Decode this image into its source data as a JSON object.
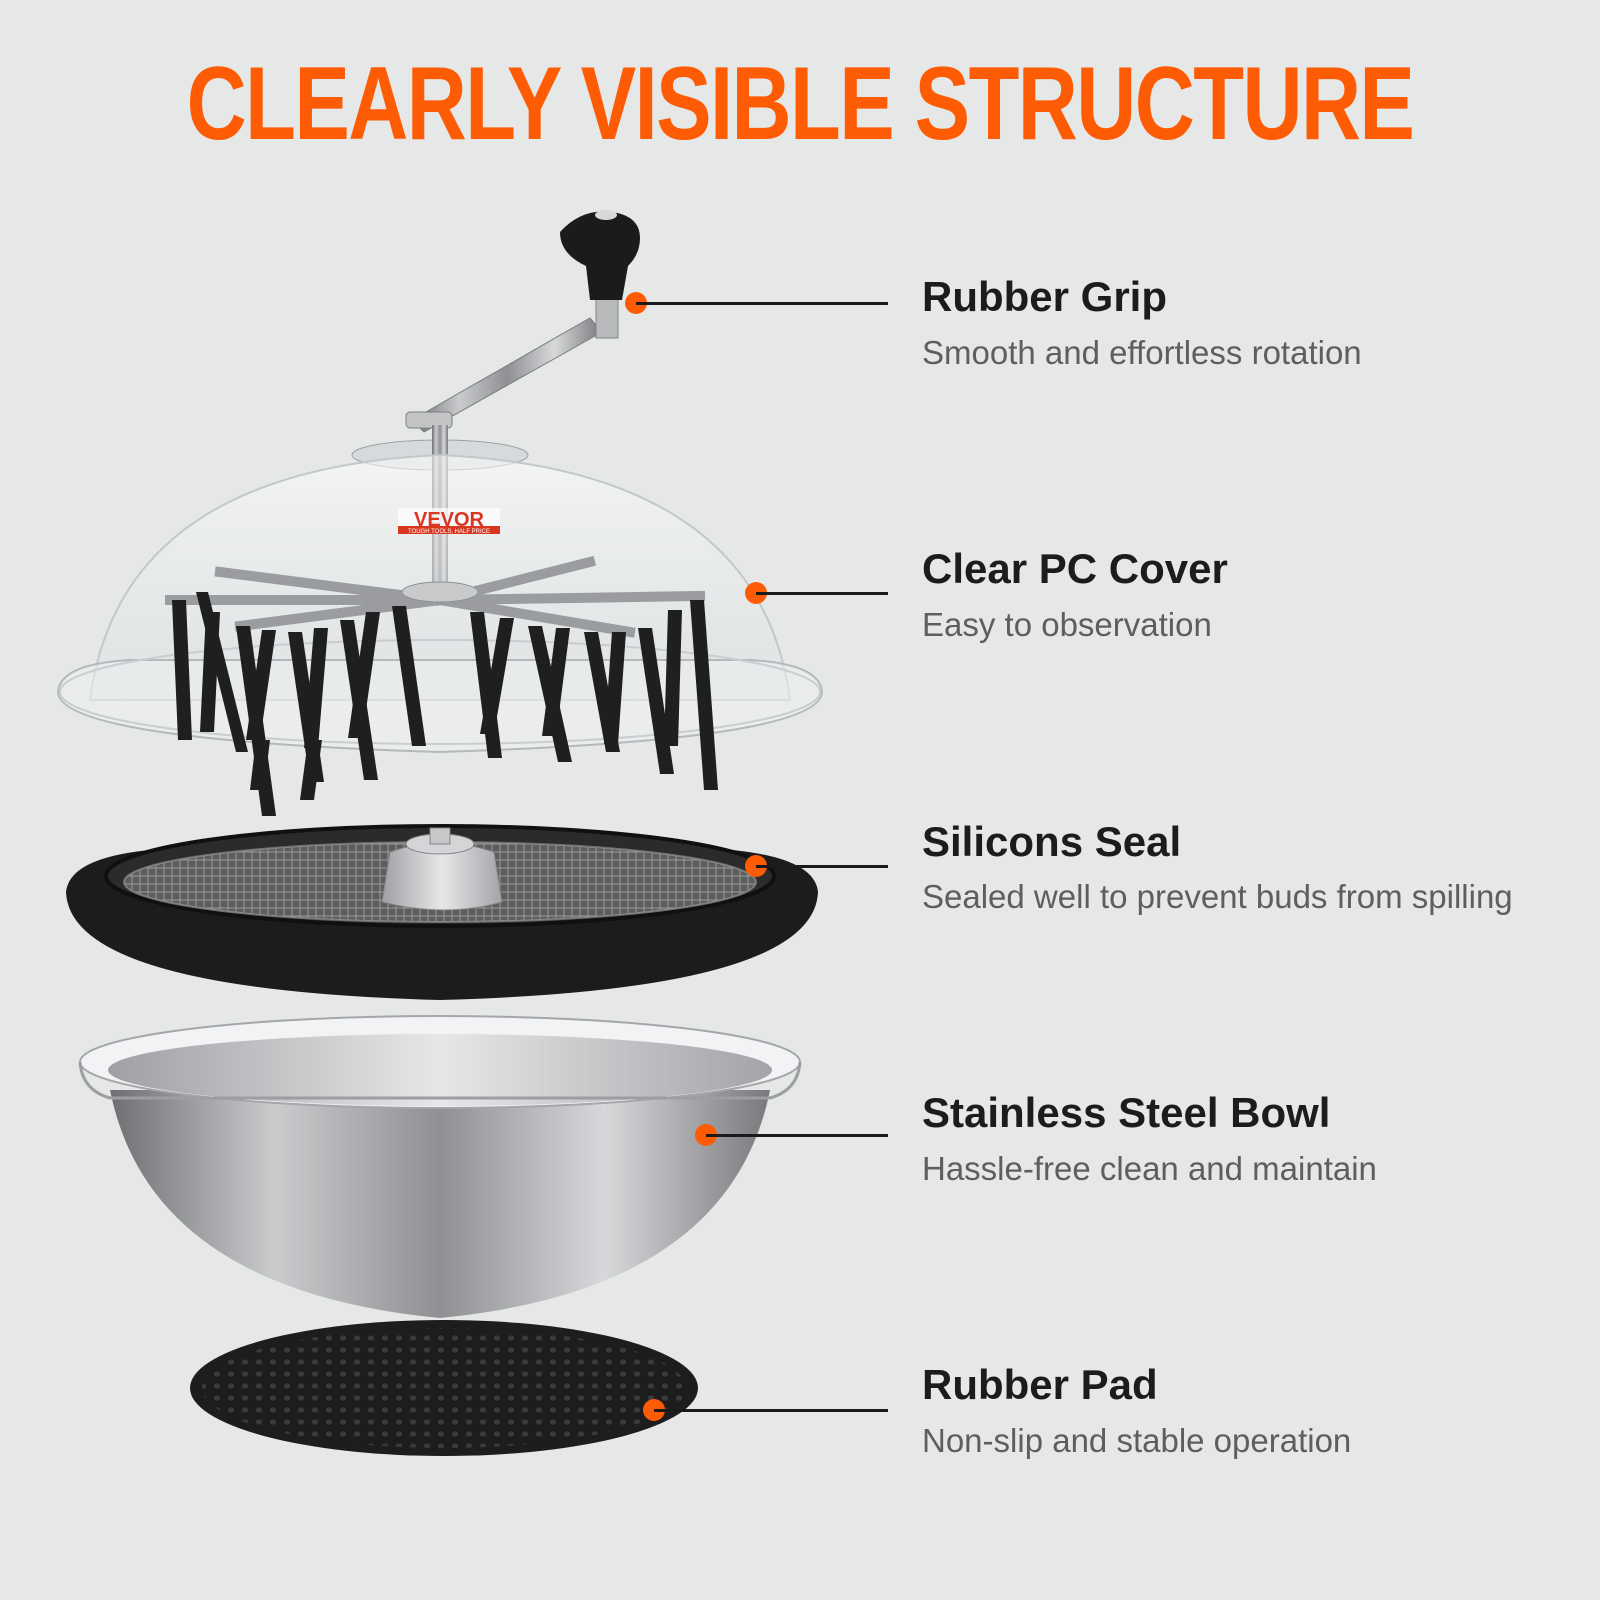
{
  "headline": "CLEARLY VISIBLE STRUCTURE",
  "brand": {
    "logo_text": "VEVOR",
    "tagline": "TOUGH TOOLS, HALF PRICE"
  },
  "accent_color": "#fe5b05",
  "callouts": [
    {
      "title": "Rubber Grip",
      "description": "Smooth and effortless rotation"
    },
    {
      "title": "Clear PC Cover",
      "description": "Easy to observation"
    },
    {
      "title": "Silicons Seal",
      "description": "Sealed well to prevent buds from spilling"
    },
    {
      "title": "Stainless Steel Bowl",
      "description": "Hassle-free clean and maintain"
    },
    {
      "title": "Rubber Pad",
      "description": "Non-slip and stable operation"
    }
  ]
}
